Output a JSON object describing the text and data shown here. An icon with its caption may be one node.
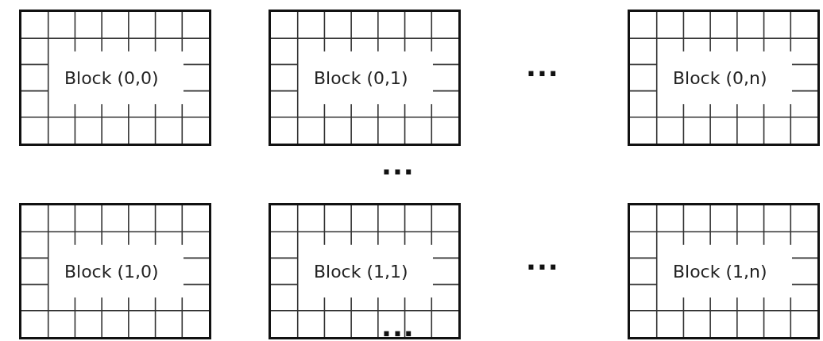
{
  "diagram": {
    "nodes": [
      {
        "text": [
          "Block (0,0)"
        ]
      },
      {
        "text": [
          "Block (0,1)"
        ]
      },
      {
        "text": [
          "Block (0,n)"
        ]
      },
      {
        "text": [
          "Block (1,0)"
        ]
      },
      {
        "text": [
          "Block (1,1)"
        ]
      },
      {
        "text": [
          "Block (1,n)"
        ]
      }
    ],
    "labels": [
      "...",
      "...",
      "...",
      "..."
    ]
  }
}
